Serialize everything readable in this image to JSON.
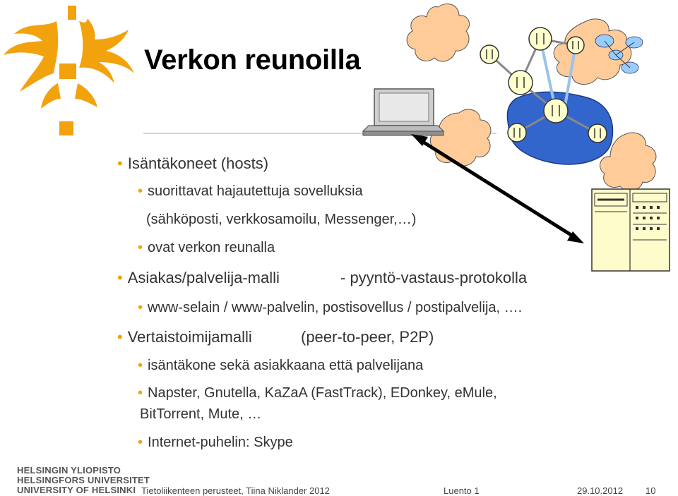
{
  "slide": {
    "title": "Verkon reunoilla",
    "bullets": {
      "hosts": "Isäntäkoneet (hosts)",
      "hosts_sub1": "suorittavat hajautettuja sovelluksia",
      "hosts_sub1_cont": "(sähköposti, verkkosamoilu, Messenger,…)",
      "hosts_sub2": "ovat verkon reunalla",
      "cs": "Asiakas/palvelija-malli",
      "cs_extra": "- pyyntö-vastaus-protokolla",
      "cs_sub1": "www-selain / www-palvelin, postisovellus / postipalvelija, ….",
      "p2p": "Vertaistoimijamalli",
      "p2p_extra": "(peer-to-peer, P2P)",
      "p2p_sub1": "isäntäkone sekä asiakkaana että palvelijana",
      "p2p_sub2": "Napster, Gnutella, KaZaA (FastTrack), EDonkey, eMule,",
      "p2p_sub2_cont": "BitTorrent, Mute, …",
      "p2p_sub3": "Internet-puhelin: Skype"
    }
  },
  "university": {
    "line1": "HELSINGIN YLIOPISTO",
    "line2": "HELSINGFORS UNIVERSITET",
    "line3": "UNIVERSITY OF HELSINKI"
  },
  "footer": {
    "course": "Tietoliikenteen perusteet, Tiina Niklander 2012",
    "lecture": "Luento 1",
    "date": "29.10.2012",
    "page": "10"
  },
  "colors": {
    "accent": "#f2a20c",
    "cloud": "#ffcc99",
    "core_network": "#3366cc",
    "router": "#ffffcc",
    "server": "#fffccc"
  },
  "icons": [
    "university-flame-logo",
    "laptop-icon",
    "server-icon",
    "router-icon",
    "cloud-icon",
    "double-arrow-icon"
  ]
}
